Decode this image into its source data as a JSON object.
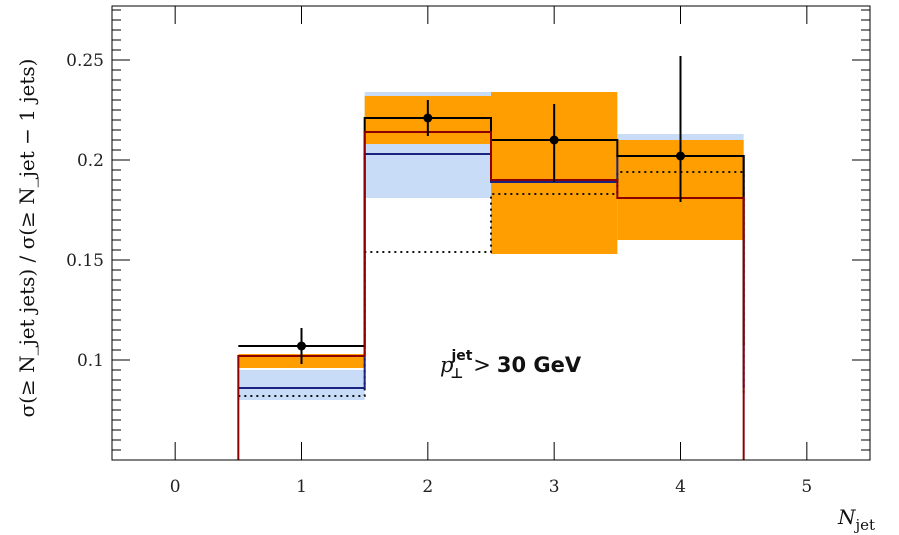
{
  "chart_data": {
    "type": "step",
    "xlabel": "N_jet",
    "ylabel": "σ(≥ N_jet jets) / σ(≥ N_jet − 1 jets)",
    "annotation": "p⊥^jet > 30 GeV",
    "xlim": [
      -0.5,
      5.5
    ],
    "ylim": [
      0.05,
      0.277
    ],
    "x_ticks": [
      0,
      1,
      2,
      3,
      4,
      5
    ],
    "y_ticks": [
      0.1,
      0.15,
      0.2,
      0.25
    ],
    "y_tick_labels": [
      "0.1",
      "0.15",
      "0.2",
      "0.25"
    ],
    "bins": [
      1,
      2,
      3,
      4
    ],
    "bands": [
      {
        "color": "#c8dcf8",
        "low": [
          0.08,
          0.181,
          0.189,
          0.193
        ],
        "high": [
          0.095,
          0.234,
          0.212,
          0.213
        ]
      },
      {
        "color": "#ff9e00",
        "low": [
          0.096,
          0.208,
          0.153,
          0.16
        ],
        "high": [
          0.103,
          0.232,
          0.234,
          0.21
        ]
      }
    ],
    "lines": [
      {
        "color": "#111111",
        "dash": "2,4",
        "values": [
          0.082,
          0.154,
          0.183,
          0.194
        ],
        "edge_at": 0.082
      },
      {
        "color": "#1a237e",
        "dash": "",
        "values": [
          0.086,
          0.203,
          0.189,
          0.202
        ],
        "edge_at": 0.086
      },
      {
        "color": "#000000",
        "dash": "",
        "values": [
          0.107,
          0.221,
          0.21,
          0.202
        ],
        "edge_at": 0.107
      },
      {
        "color": "#8b0000",
        "dash": "",
        "values": [
          0.102,
          0.214,
          0.19,
          0.181
        ],
        "edge_at": 0.05
      }
    ],
    "data_points": {
      "x": [
        1,
        2,
        3,
        4
      ],
      "y": [
        0.107,
        0.221,
        0.21,
        0.202
      ],
      "err_low": [
        0.098,
        0.212,
        0.189,
        0.179
      ],
      "err_high": [
        0.116,
        0.23,
        0.228,
        0.252
      ],
      "color": "#000000"
    }
  }
}
